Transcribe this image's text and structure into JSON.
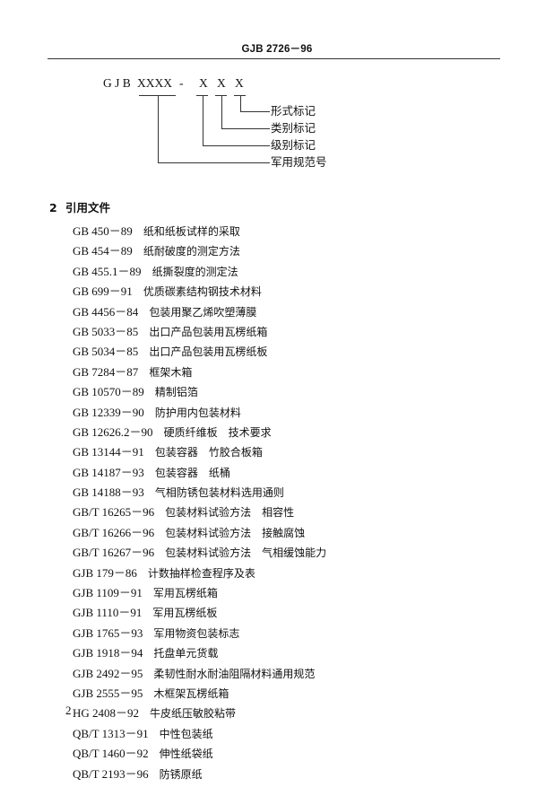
{
  "header": {
    "standard_number": "GJB 2726－96"
  },
  "code_diagram": {
    "parts": {
      "prefix": "G J B",
      "serial": "XXXX",
      "dash": "-",
      "x1": "X",
      "x2": "X",
      "x3": "X"
    },
    "labels": [
      {
        "text": "形式标记",
        "points_to": "x3"
      },
      {
        "text": "类别标记",
        "points_to": "x2"
      },
      {
        "text": "级别标记",
        "points_to": "x1"
      },
      {
        "text": "军用规范号",
        "points_to": "serial"
      }
    ]
  },
  "section": {
    "number": "2",
    "title": "引用文件",
    "references": [
      {
        "code": "GB 450－89",
        "title": "纸和纸板试样的采取"
      },
      {
        "code": "GB 454－89",
        "title": "纸耐破度的测定方法"
      },
      {
        "code": "GB 455.1－89",
        "title": "纸撕裂度的测定法"
      },
      {
        "code": "GB 699－91",
        "title": "优质碳素结构钢技术材料"
      },
      {
        "code": "GB 4456－84",
        "title": "包装用聚乙烯吹塑薄膜"
      },
      {
        "code": "GB 5033－85",
        "title": "出口产品包装用瓦楞纸箱"
      },
      {
        "code": "GB 5034－85",
        "title": "出口产品包装用瓦楞纸板"
      },
      {
        "code": "GB 7284－87",
        "title": "框架木箱"
      },
      {
        "code": "GB 10570－89",
        "title": "精制铝箔"
      },
      {
        "code": "GB 12339－90",
        "title": "防护用内包装材料"
      },
      {
        "code": "GB 12626.2－90",
        "title": "硬质纤维板　技术要求"
      },
      {
        "code": "GB 13144－91",
        "title": "包装容器　竹胶合板箱"
      },
      {
        "code": "GB 14187－93",
        "title": "包装容器　纸桶"
      },
      {
        "code": "GB 14188－93",
        "title": "气相防锈包装材料选用通则"
      },
      {
        "code": "GB/T 16265－96",
        "title": "包装材料试验方法　相容性"
      },
      {
        "code": "GB/T 16266－96",
        "title": "包装材料试验方法　接触腐蚀"
      },
      {
        "code": "GB/T 16267－96",
        "title": "包装材料试验方法　气相缓蚀能力"
      },
      {
        "code": "GJB 179－86",
        "title": "计数抽样检查程序及表"
      },
      {
        "code": "GJB 1109－91",
        "title": "军用瓦楞纸箱"
      },
      {
        "code": "GJB 1110－91",
        "title": "军用瓦楞纸板"
      },
      {
        "code": "GJB 1765－93",
        "title": "军用物资包装标志"
      },
      {
        "code": "GJB 1918－94",
        "title": "托盘单元货载"
      },
      {
        "code": "GJB 2492－95",
        "title": "柔韧性耐水耐油阻隔材料通用规范"
      },
      {
        "code": "GJB 2555－95",
        "title": "木框架瓦楞纸箱"
      },
      {
        "code": "HG 2408－92",
        "title": "牛皮纸压敏胶粘带"
      },
      {
        "code": "QB/T 1313－91",
        "title": "中性包装纸"
      },
      {
        "code": "QB/T 1460－92",
        "title": "伸性纸袋纸"
      },
      {
        "code": "QB/T 2193－96",
        "title": "防锈原纸"
      }
    ]
  },
  "footer": {
    "page_number": "2"
  }
}
